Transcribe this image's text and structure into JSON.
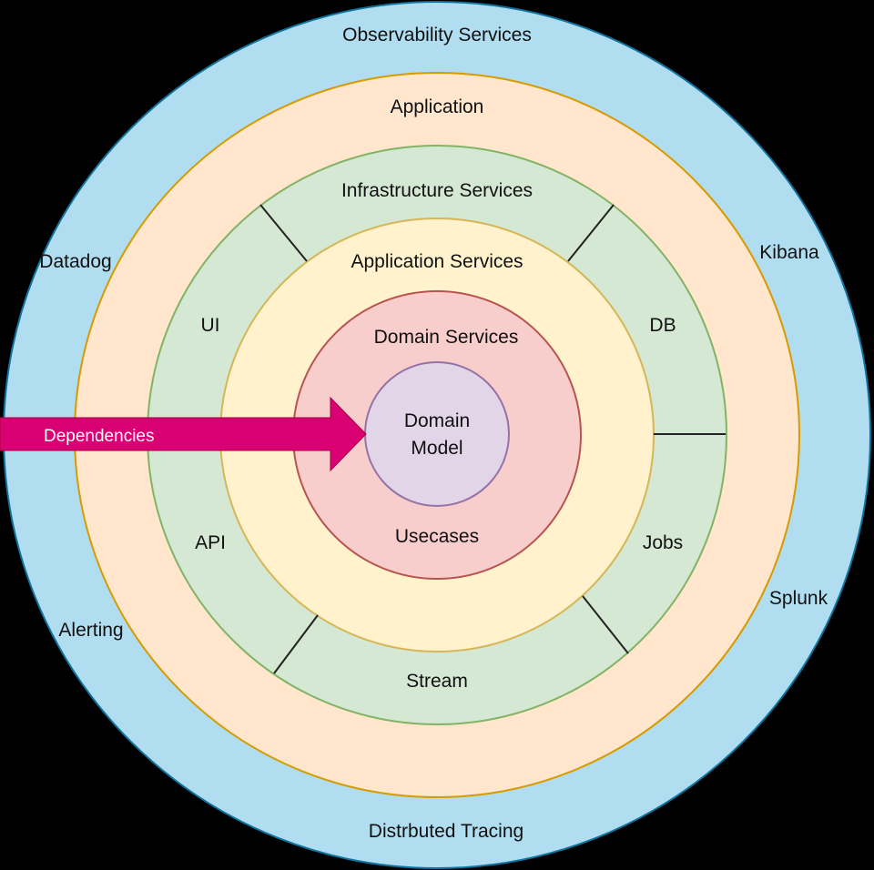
{
  "diagram": {
    "layers": {
      "observability": {
        "title": "Observability Services",
        "color": "#b1ddf0",
        "stroke": "#10739e"
      },
      "application": {
        "title": "Application",
        "color": "#ffe6cc",
        "stroke": "#d79b00"
      },
      "infrastructure": {
        "title": "Infrastructure Services",
        "color": "#d5e8d4",
        "stroke": "#82b366"
      },
      "app_services": {
        "title": "Application Services",
        "color": "#fff2cc",
        "stroke": "#d6b656"
      },
      "domain_services": {
        "title": "Domain Services",
        "subtitle": "Usecases",
        "color": "#f8cecc",
        "stroke": "#b85450"
      },
      "domain_model": {
        "line1": "Domain",
        "line2": "Model",
        "color": "#e1d5e7",
        "stroke": "#9673a6"
      }
    },
    "observability_items": {
      "datadog": "Datadog",
      "kibana": "Kibana",
      "alerting": "Alerting",
      "splunk": "Splunk",
      "tracing": "Distrbuted Tracing"
    },
    "infrastructure_segments": {
      "ui": "UI",
      "db": "DB",
      "api": "API",
      "jobs": "Jobs",
      "stream": "Stream"
    },
    "arrow": {
      "label": "Dependencies",
      "color": "#d80073"
    }
  }
}
